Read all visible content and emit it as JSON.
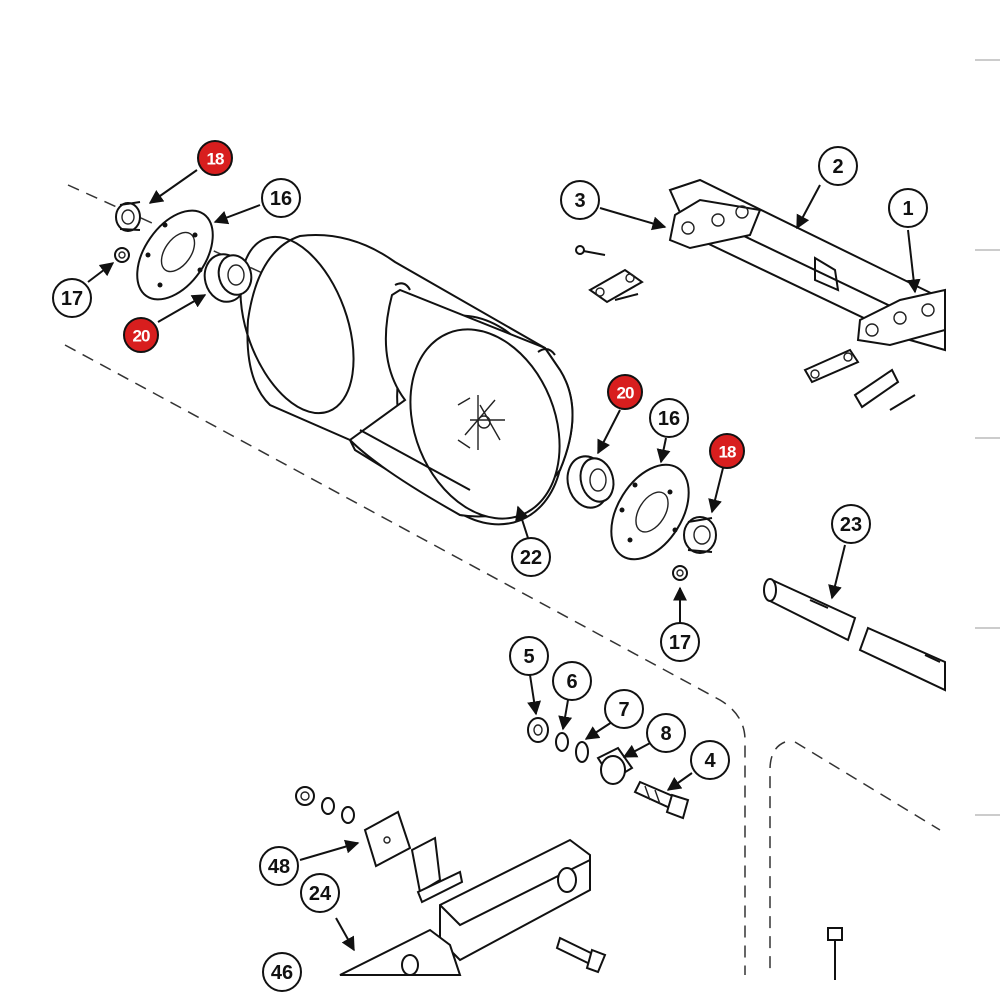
{
  "diagram": {
    "callouts": {
      "c1": "1",
      "c2": "2",
      "c3": "3",
      "c4": "4",
      "c5": "5",
      "c6": "6",
      "c7": "7",
      "c8": "8",
      "c16a": "16",
      "c16b": "16",
      "c17a": "17",
      "c17b": "17",
      "c18a": "18",
      "c18b": "18",
      "c20a": "20",
      "c20b": "20",
      "c22": "22",
      "c23": "23",
      "c24": "24",
      "c46": "46",
      "c48": "48"
    },
    "colors": {
      "highlight": "#d81e1e",
      "line": "#111111",
      "background": "#ffffff"
    }
  }
}
